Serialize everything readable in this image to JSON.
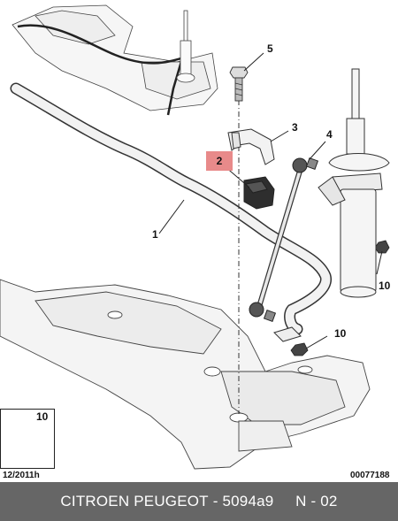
{
  "callouts": {
    "c1": "1",
    "c2": "2",
    "c3": "3",
    "c4": "4",
    "c5": "5",
    "c10_strut": "10",
    "c10_link": "10",
    "c10_detail": "10"
  },
  "date_code": "12/2011h",
  "drawing_number": "00077188",
  "footer": {
    "brand": "CITROEN PEUGEOT",
    "separator": " - ",
    "part_number": "5094a9",
    "page": "N - 02"
  },
  "colors": {
    "footer_bg": "#666666",
    "highlight": "#e88a8a",
    "line": "#333333",
    "fill": "#f4f4f4"
  }
}
